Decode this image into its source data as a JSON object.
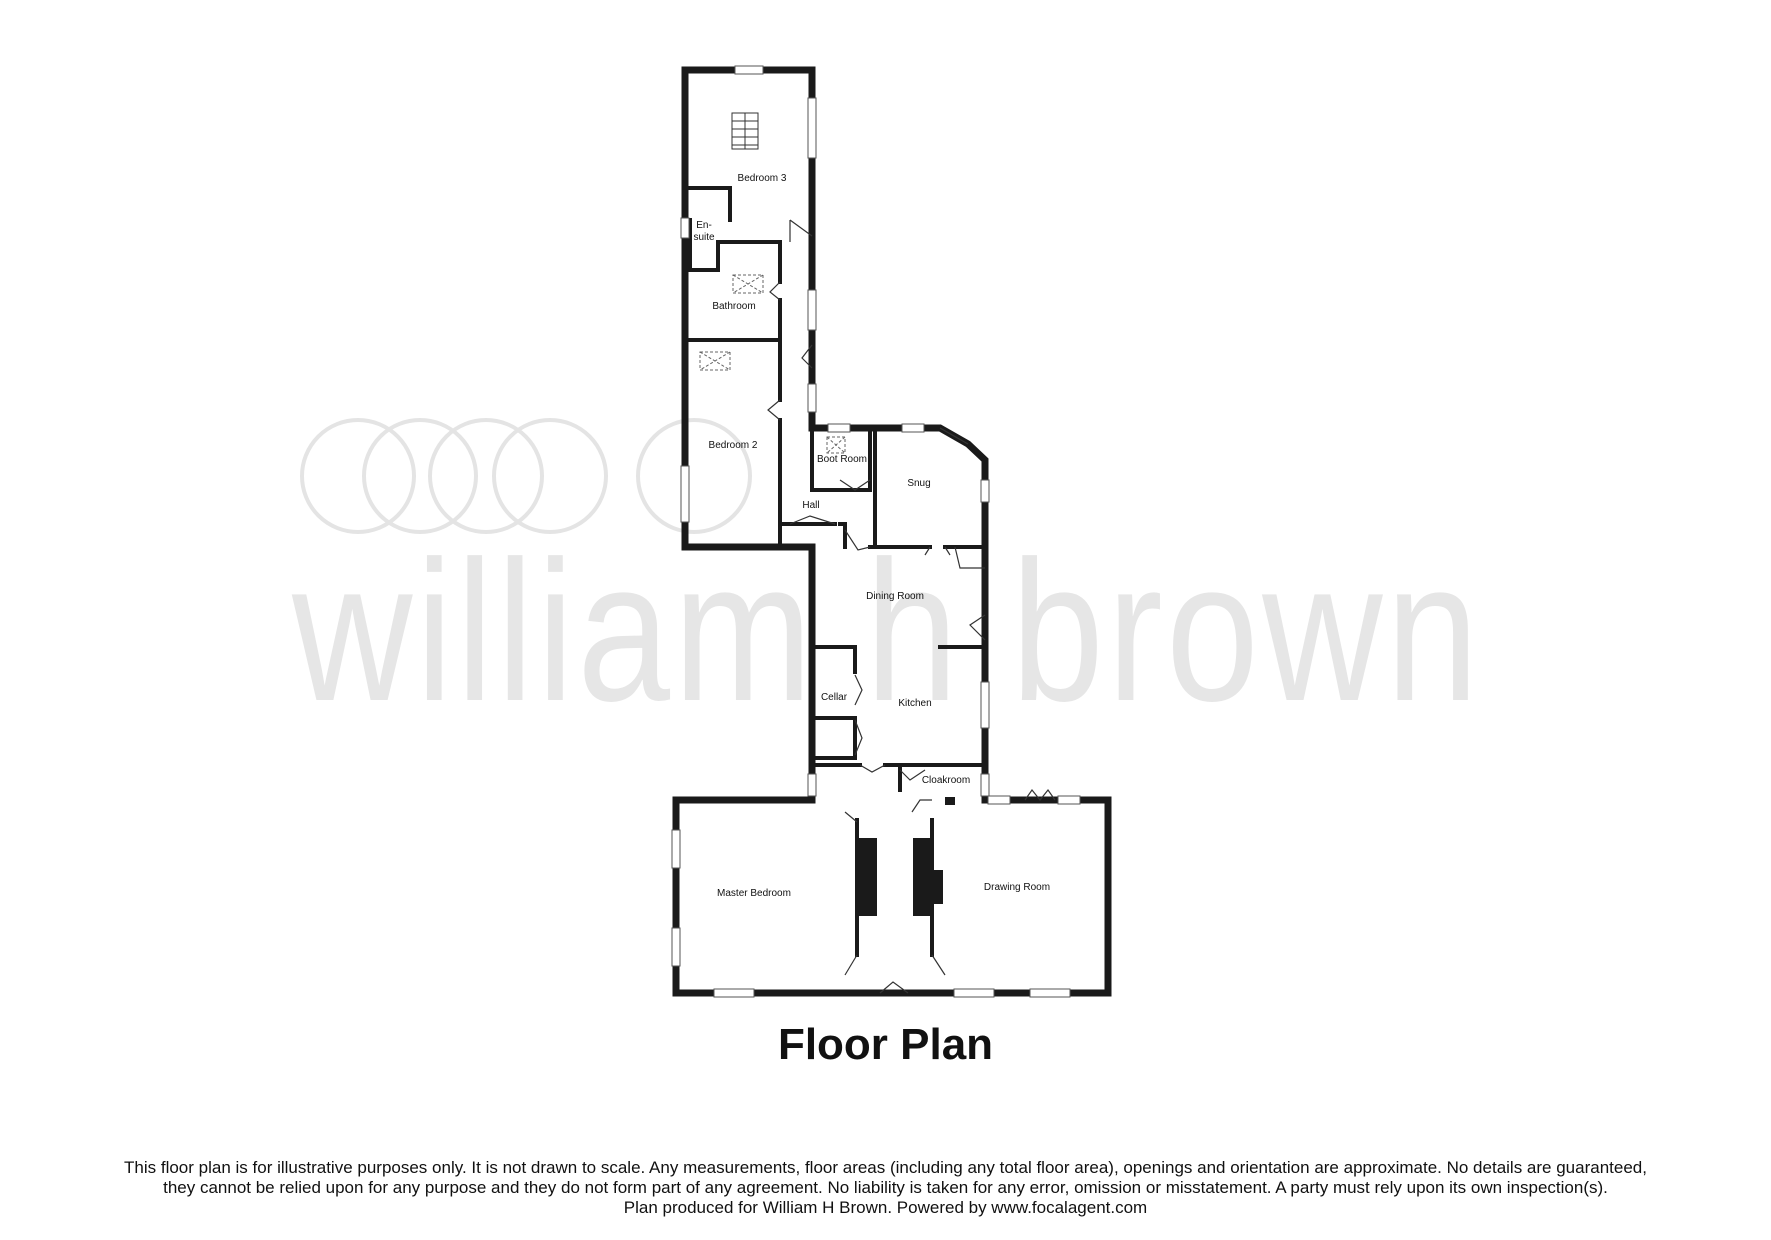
{
  "watermark": {
    "text": "william h brown"
  },
  "rooms": [
    {
      "id": "bedroom-3",
      "label": "Bedroom  3"
    },
    {
      "id": "en-suite",
      "label": "En-\nsuite"
    },
    {
      "id": "bathroom",
      "label": "Bathroom"
    },
    {
      "id": "bedroom-2",
      "label": "Bedroom 2"
    },
    {
      "id": "boot-room",
      "label": "Boot Room"
    },
    {
      "id": "snug",
      "label": "Snug"
    },
    {
      "id": "hall",
      "label": "Hall"
    },
    {
      "id": "dining-room",
      "label": "Dining Room"
    },
    {
      "id": "cellar",
      "label": "Cellar"
    },
    {
      "id": "kitchen",
      "label": "Kitchen"
    },
    {
      "id": "cloakroom",
      "label": "Cloakroom"
    },
    {
      "id": "master-bedroom",
      "label": "Master Bedroom"
    },
    {
      "id": "drawing-room",
      "label": "Drawing Room"
    }
  ],
  "title": "Floor Plan",
  "disclaimer": {
    "line1": "This floor plan is for illustrative purposes only. It is not drawn to scale. Any measurements, floor areas (including any total floor area), openings and orientation are approximate. No details are guaranteed,",
    "line2": "they cannot be relied upon for any purpose and they do not form part of any agreement. No liability is taken for any error, omission or misstatement. A party must rely upon its own inspection(s).",
    "line3": "Plan produced for William H Brown. Powered by www.focalagent.com"
  }
}
